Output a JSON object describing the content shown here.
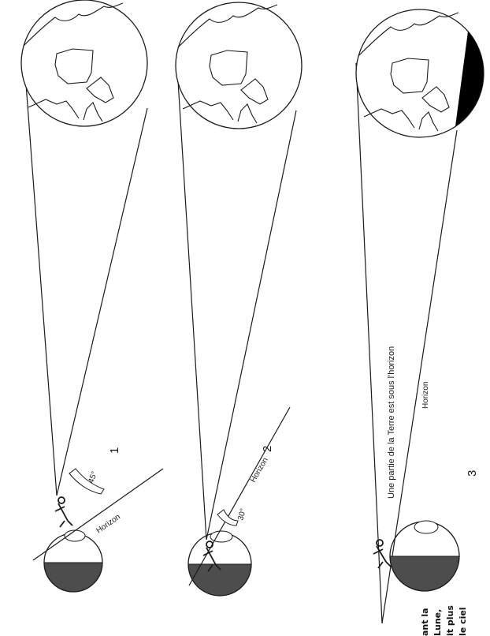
{
  "panels": [
    {
      "number": "1",
      "angle_label": "45°",
      "horizon_label": "Horizon"
    },
    {
      "number": "2",
      "angle_label": "30°",
      "horizon_label": "Horizon"
    },
    {
      "number": "3",
      "caption": "Une partie de la Terre est sous l'horizon",
      "horizon_label": "Horizon"
    }
  ],
  "side_text": [
    "ant la",
    "Lune,",
    "it plus",
    "le ciel"
  ],
  "colors": {
    "moon_shadow": "#4d4d4d",
    "earth_night": "#000000",
    "line": "#1a1a1a"
  }
}
